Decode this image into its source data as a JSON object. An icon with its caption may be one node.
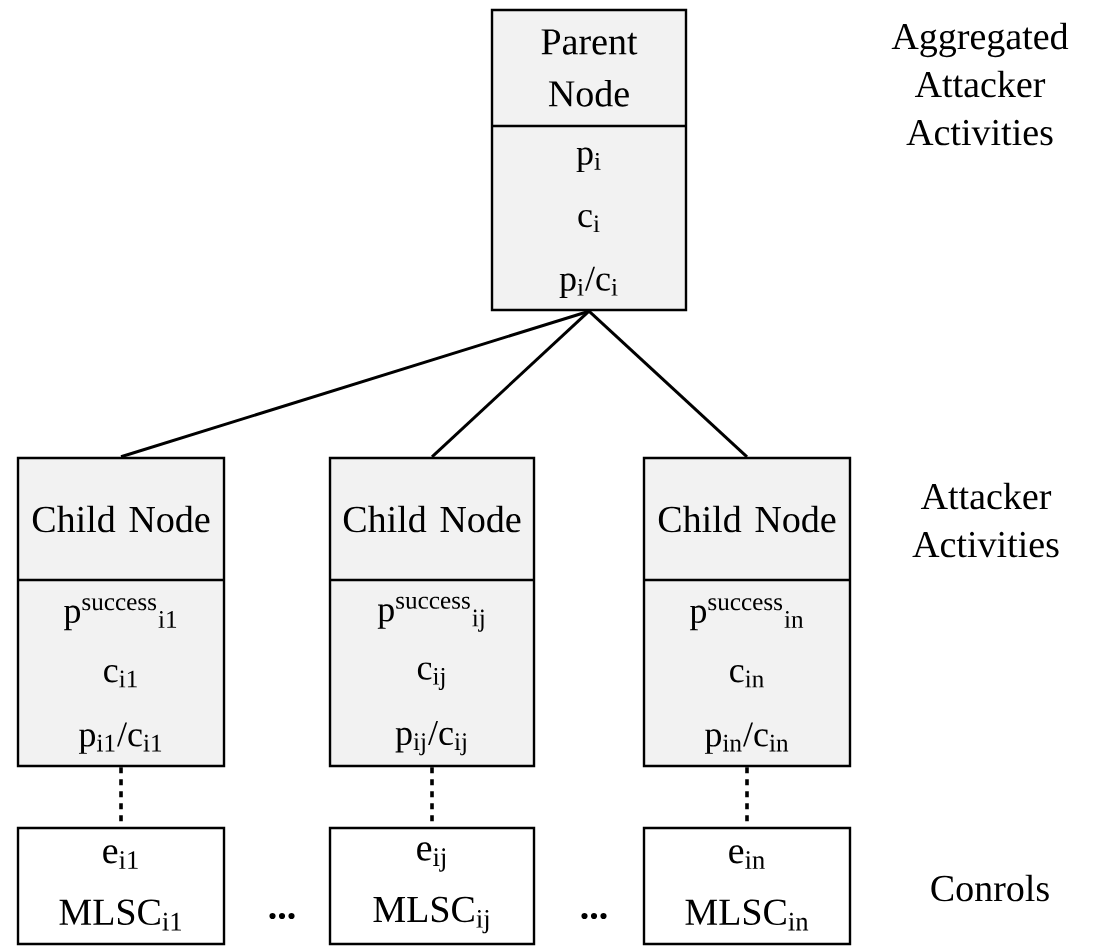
{
  "diagram": {
    "nodes": [
      {
        "text": [
          "Parent Node",
          "p$_{i}$",
          "c$_{i}$",
          "p$_{i}$/c$_{i}$"
        ]
      },
      {
        "text": [
          "Child Node",
          "p$^{success}$$_{i1}$",
          "c$_{i1}$",
          "p$_{i1}$/c$_{i1}$"
        ]
      },
      {
        "text": [
          "Child Node",
          "p$^{success}$$_{ij}$",
          "c$_{ij}$",
          "p$_{ij}$/c$_{ij}$"
        ]
      },
      {
        "text": [
          "Child Node",
          "p$^{success}$$_{in}$",
          "c$_{in}$",
          "p$_{in}$/c$_{in}$"
        ]
      },
      {
        "text": [
          "e$_{i1}$",
          "MLSC$_{i1}$"
        ]
      },
      {
        "text": [
          "e$_{ij}$",
          "MLSC$_{ij}$"
        ]
      },
      {
        "text": [
          "e$_{in}$",
          "MLSC$_{in}$"
        ]
      }
    ],
    "edges": [
      {
        "from": 0,
        "to": 1,
        "arrow": "none"
      },
      {
        "from": 0,
        "to": 2,
        "arrow": "none"
      },
      {
        "from": 0,
        "to": 3,
        "arrow": "none"
      },
      {
        "from": 1,
        "to": 4,
        "arrow": "none",
        "style": "dashed"
      },
      {
        "from": 2,
        "to": 5,
        "arrow": "none",
        "style": "dashed"
      },
      {
        "from": 3,
        "to": 6,
        "arrow": "none",
        "style": "dashed"
      }
    ],
    "labels": [
      "Aggregated Attacker Activities",
      "Attacker Activities",
      "Conrols",
      "...",
      "..."
    ]
  }
}
